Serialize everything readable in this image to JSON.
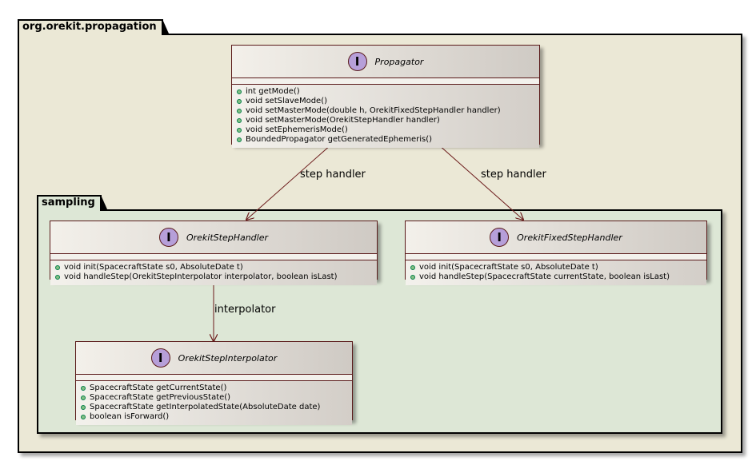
{
  "packages": {
    "outer": {
      "name": "org.orekit.propagation",
      "color": "#ebe8d6"
    },
    "inner": {
      "name": "sampling",
      "color": "#dde7d6"
    }
  },
  "classes": {
    "propagator": {
      "stereotype": "I",
      "name": "Propagator",
      "methods": [
        "int getMode()",
        "void setSlaveMode()",
        "void setMasterMode(double h, OrekitFixedStepHandler handler)",
        "void setMasterMode(OrekitStepHandler handler)",
        "void setEphemerisMode()",
        "BoundedPropagator getGeneratedEphemeris()"
      ]
    },
    "step_handler": {
      "stereotype": "I",
      "name": "OrekitStepHandler",
      "methods": [
        "void init(SpacecraftState s0, AbsoluteDate t)",
        "void handleStep(OrekitStepInterpolator interpolator, boolean isLast)"
      ]
    },
    "fixed_step_handler": {
      "stereotype": "I",
      "name": "OrekitFixedStepHandler",
      "methods": [
        "void init(SpacecraftState s0, AbsoluteDate t)",
        "void handleStep(SpacecraftState currentState, boolean isLast)"
      ]
    },
    "step_interpolator": {
      "stereotype": "I",
      "name": "OrekitStepInterpolator",
      "methods": [
        "SpacecraftState getCurrentState()",
        "SpacecraftState getPreviousState()",
        "SpacecraftState getInterpolatedState(AbsoluteDate date)",
        "boolean isForward()"
      ]
    }
  },
  "edges": {
    "left_label": "step handler",
    "right_label": "step handler",
    "interp_label": "interpolator"
  },
  "colors": {
    "edge": "#6b1a1a",
    "interface_circle": "#b69fd9",
    "method_dot": "#84be84"
  }
}
